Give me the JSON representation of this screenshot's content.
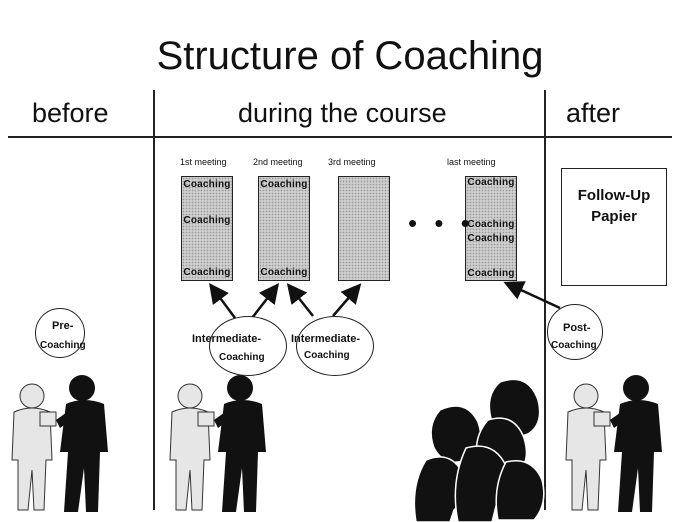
{
  "title": "Structure of Coaching",
  "columns": {
    "before": "before",
    "during": "during the course",
    "after": "after"
  },
  "meetings": [
    {
      "label": "1st meeting",
      "lines": [
        "Coaching",
        "Coaching",
        "Coaching"
      ]
    },
    {
      "label": "2nd meeting",
      "lines": [
        "Coaching",
        "Coaching"
      ]
    },
    {
      "label": "3rd meeting",
      "lines": []
    },
    {
      "label": "last meeting",
      "lines": [
        "Coaching",
        "Coaching",
        "Coaching",
        "Coaching"
      ]
    }
  ],
  "ellipsis": "• • •",
  "follow_up": {
    "line1": "Follow-Up",
    "line2": "Papier"
  },
  "circles": {
    "pre": {
      "line1": "Pre-",
      "line2": "Coaching"
    },
    "inter1": {
      "line1": "Intermediate-",
      "line2": "Coaching"
    },
    "inter2": {
      "line1": "Intermediate-",
      "line2": "Coaching"
    },
    "post": {
      "line1": "Post-",
      "line2": "Coaching"
    }
  },
  "icons": [
    "coach-and-trainee-figures-icon",
    "crowd-of-heads-icon",
    "arrow-icon"
  ]
}
